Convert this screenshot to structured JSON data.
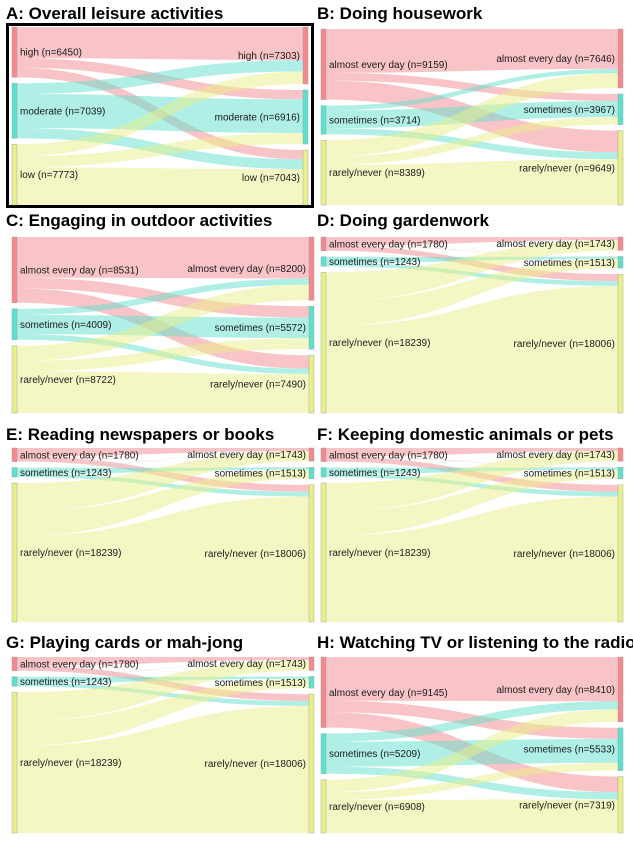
{
  "colors": {
    "high": "#f48a8f",
    "mid": "#5fe0cd",
    "low": "#e9f08a"
  },
  "chart_data": [
    {
      "id": "A",
      "type": "sankey",
      "title": "A: Overall leisure activities",
      "highlighted": true,
      "left": [
        {
          "key": "high",
          "label": "high (n=6450)",
          "value": 6450
        },
        {
          "key": "mid",
          "label": "moderate (n=7039)",
          "value": 7039
        },
        {
          "key": "low",
          "label": "low (n=7773)",
          "value": 7773
        }
      ],
      "right": [
        {
          "key": "high",
          "label": "high (n=7303)",
          "value": 7303
        },
        {
          "key": "mid",
          "label": "moderate (n=6916)",
          "value": 6916
        },
        {
          "key": "low",
          "label": "low (n=7043)",
          "value": 7043
        }
      ]
    },
    {
      "id": "B",
      "type": "sankey",
      "title": "B: Doing housework",
      "left": [
        {
          "key": "high",
          "label": "almost every day (n=9159)",
          "value": 9159
        },
        {
          "key": "mid",
          "label": "sometimes (n=3714)",
          "value": 3714
        },
        {
          "key": "low",
          "label": "rarely/never (n=8389)",
          "value": 8389
        }
      ],
      "right": [
        {
          "key": "high",
          "label": "almost every day (n=7646)",
          "value": 7646
        },
        {
          "key": "mid",
          "label": "sometimes (n=3967)",
          "value": 3967
        },
        {
          "key": "low",
          "label": "rarely/never (n=9649)",
          "value": 9649
        }
      ]
    },
    {
      "id": "C",
      "type": "sankey",
      "title": "C: Engaging in outdoor activities",
      "left": [
        {
          "key": "high",
          "label": "almost every day (n=8531)",
          "value": 8531
        },
        {
          "key": "mid",
          "label": "sometimes (n=4009)",
          "value": 4009
        },
        {
          "key": "low",
          "label": "rarely/never (n=8722)",
          "value": 8722
        }
      ],
      "right": [
        {
          "key": "high",
          "label": "almost every day (n=8200)",
          "value": 8200
        },
        {
          "key": "mid",
          "label": "sometimes (n=5572)",
          "value": 5572
        },
        {
          "key": "low",
          "label": "rarely/never (n=7490)",
          "value": 7490
        }
      ]
    },
    {
      "id": "D",
      "type": "sankey",
      "title": "D: Doing gardenwork",
      "left": [
        {
          "key": "high",
          "label": "almost every day (n=1780)",
          "value": 1780
        },
        {
          "key": "mid",
          "label": "sometimes (n=1243)",
          "value": 1243
        },
        {
          "key": "low",
          "label": "rarely/never (n=18239)",
          "value": 18239
        }
      ],
      "right": [
        {
          "key": "high",
          "label": "almost every day (n=1743)",
          "value": 1743
        },
        {
          "key": "mid",
          "label": "sometimes (n=1513)",
          "value": 1513
        },
        {
          "key": "low",
          "label": "rarely/never (n=18006)",
          "value": 18006
        }
      ]
    },
    {
      "id": "E",
      "type": "sankey",
      "title": "E: Reading newspapers or books",
      "left": [
        {
          "key": "high",
          "label": "almost every day (n=1780)",
          "value": 1780
        },
        {
          "key": "mid",
          "label": "sometimes (n=1243)",
          "value": 1243
        },
        {
          "key": "low",
          "label": "rarely/never (n=18239)",
          "value": 18239
        }
      ],
      "right": [
        {
          "key": "high",
          "label": "almost every day (n=1743)",
          "value": 1743
        },
        {
          "key": "mid",
          "label": "sometimes (n=1513)",
          "value": 1513
        },
        {
          "key": "low",
          "label": "rarely/never (n=18006)",
          "value": 18006
        }
      ]
    },
    {
      "id": "F",
      "type": "sankey",
      "title": "F: Keeping domestic animals or pets",
      "left": [
        {
          "key": "high",
          "label": "almost every day (n=1780)",
          "value": 1780
        },
        {
          "key": "mid",
          "label": "sometimes (n=1243)",
          "value": 1243
        },
        {
          "key": "low",
          "label": "rarely/never (n=18239)",
          "value": 18239
        }
      ],
      "right": [
        {
          "key": "high",
          "label": "almost every day (n=1743)",
          "value": 1743
        },
        {
          "key": "mid",
          "label": "sometimes (n=1513)",
          "value": 1513
        },
        {
          "key": "low",
          "label": "rarely/never (n=18006)",
          "value": 18006
        }
      ]
    },
    {
      "id": "G",
      "type": "sankey",
      "title": "G: Playing cards or mah-jong",
      "left": [
        {
          "key": "high",
          "label": "almost every day (n=1780)",
          "value": 1780
        },
        {
          "key": "mid",
          "label": "sometimes (n=1243)",
          "value": 1243
        },
        {
          "key": "low",
          "label": "rarely/never (n=18239)",
          "value": 18239
        }
      ],
      "right": [
        {
          "key": "high",
          "label": "almost every day (n=1743)",
          "value": 1743
        },
        {
          "key": "mid",
          "label": "sometimes (n=1513)",
          "value": 1513
        },
        {
          "key": "low",
          "label": "rarely/never (n=18006)",
          "value": 18006
        }
      ]
    },
    {
      "id": "H",
      "type": "sankey",
      "title": "H: Watching TV or listening to the radio",
      "left": [
        {
          "key": "high",
          "label": "almost every day (n=9145)",
          "value": 9145
        },
        {
          "key": "mid",
          "label": "sometimes (n=5209)",
          "value": 5209
        },
        {
          "key": "low",
          "label": "rarely/never (n=6908)",
          "value": 6908
        }
      ],
      "right": [
        {
          "key": "high",
          "label": "almost every day (n=8410)",
          "value": 8410
        },
        {
          "key": "mid",
          "label": "sometimes (n=5533)",
          "value": 5533
        },
        {
          "key": "low",
          "label": "rarely/never (n=7319)",
          "value": 7319
        }
      ]
    }
  ]
}
